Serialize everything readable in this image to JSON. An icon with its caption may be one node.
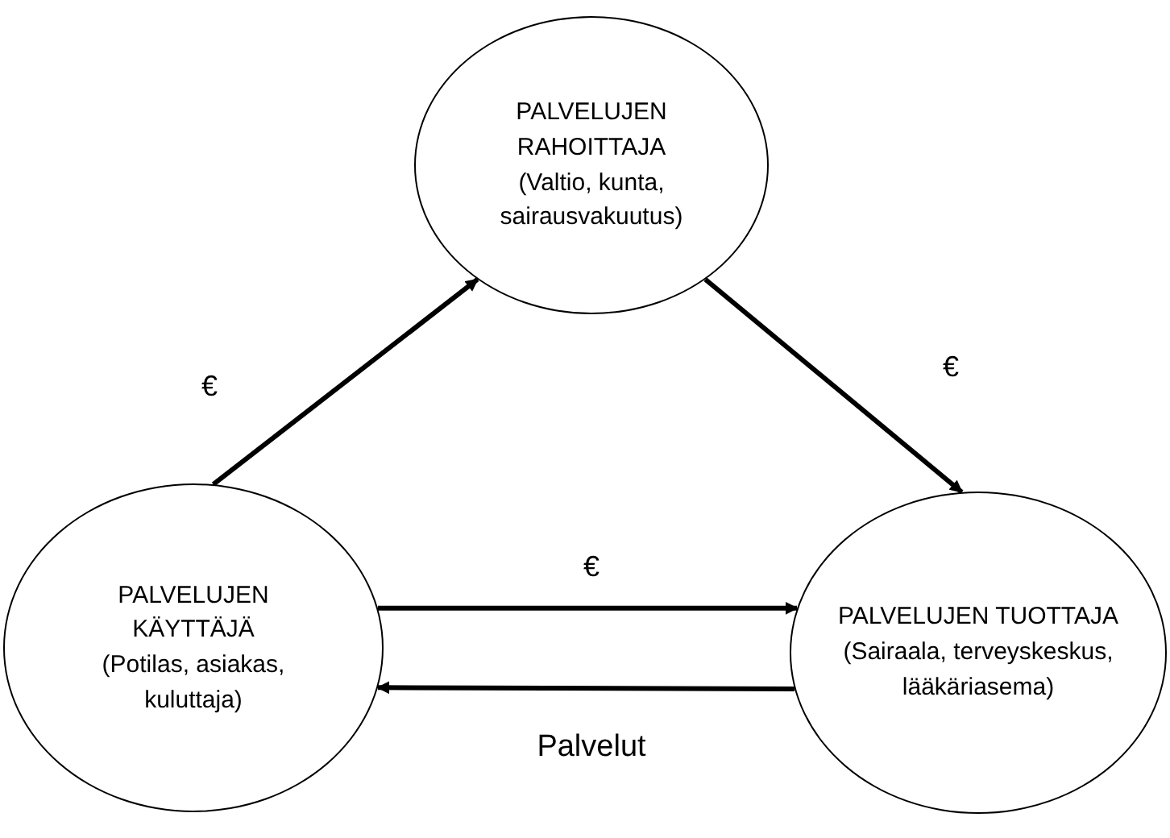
{
  "diagram": {
    "nodes": [
      {
        "text": [
          "PALVELUJEN RAHOITTAJA",
          "(Valtio, kunta, sairausvakuutus)"
        ]
      },
      {
        "text": [
          "PALVELUJEN KÄYTTÄJÄ",
          "(Potilas, asiakas, kuluttaja)"
        ]
      },
      {
        "text": [
          "PALVELUJEN TUOTTAJA",
          "(Sairaala, terveyskeskus, lääkäriasema)"
        ]
      }
    ],
    "edges": [
      {
        "from": 1,
        "to": 0,
        "arrow": "to",
        "label": "€"
      },
      {
        "from": 0,
        "to": 2,
        "arrow": "to",
        "label": "€"
      },
      {
        "from": 1,
        "to": 2,
        "arrow": "to",
        "label": "€"
      },
      {
        "from": 2,
        "to": 1,
        "arrow": "to",
        "label": "Palvelut"
      }
    ]
  }
}
